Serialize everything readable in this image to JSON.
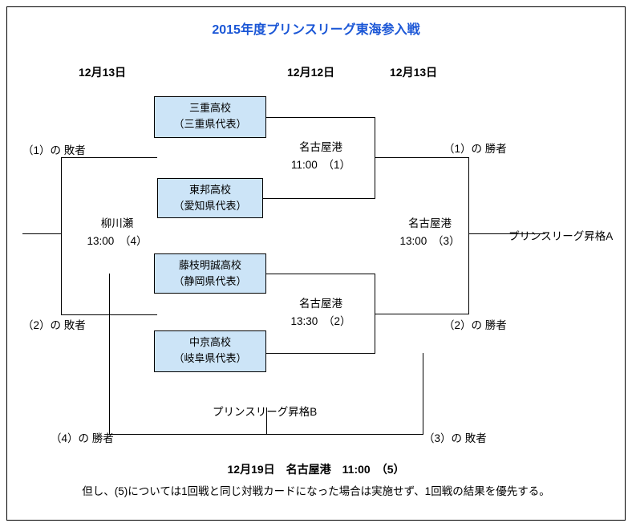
{
  "title": "2015年度プリンスリーグ東海参入戦",
  "title_color": "#1a56d6",
  "box_fill_color": "#cce4f7",
  "date_headers": [
    {
      "label": "12月13日"
    },
    {
      "label": "12月12日"
    },
    {
      "label": "12月13日"
    }
  ],
  "teams": [
    {
      "name": "三重高校",
      "region": "（三重県代表）"
    },
    {
      "name": "東邦高校",
      "region": "（愛知県代表）"
    },
    {
      "name": "藤枝明誠高校",
      "region": "（静岡県代表）"
    },
    {
      "name": "中京高校",
      "region": "（岐阜県代表）"
    }
  ],
  "matches": [
    {
      "venue": "名古屋港",
      "time": "11:00　（1）"
    },
    {
      "venue": "名古屋港",
      "time": "13:30　（2）"
    },
    {
      "venue": "名古屋港",
      "time": "13:00　（3）"
    },
    {
      "venue": "柳川瀬",
      "time": "13:00　（4）"
    }
  ],
  "side_labels": {
    "left_top": "（1）の 敗者",
    "left_bottom": "（2）の 敗者",
    "right_top": "（1）の 勝者",
    "right_bottom": "（2）の 勝者",
    "bottom_left": "（4）の 勝者",
    "bottom_right": "（3）の 敗者"
  },
  "promotions": {
    "a": "プリンスリーグ昇格A",
    "b": "プリンスリーグ昇格B"
  },
  "footer": {
    "line1": "12月19日　名古屋港　11:00　（5）",
    "line2": "但し、(5)については1回戦と同じ対戦カードになった場合は実施せず、1回戦の結果を優先する。"
  }
}
